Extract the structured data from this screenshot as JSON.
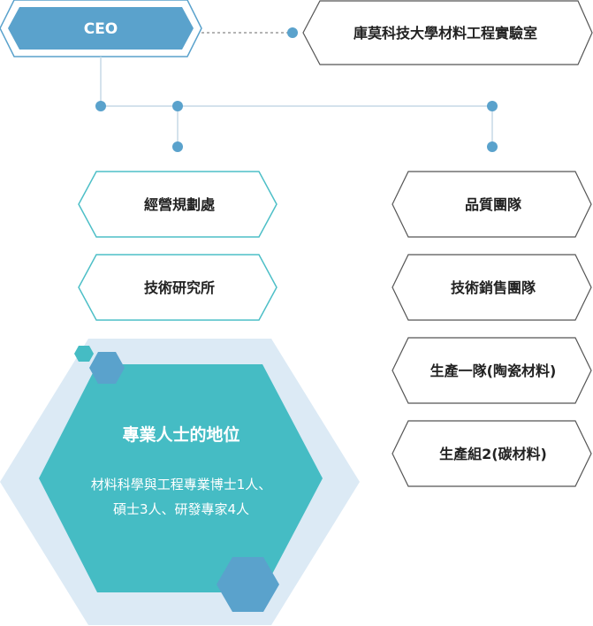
{
  "ceo": {
    "label": "CEO"
  },
  "lab": {
    "label": "庫莫科技大學材料工程實驗室"
  },
  "left_units": [
    {
      "label": "經營規劃處"
    },
    {
      "label": "技術研究所"
    }
  ],
  "right_units": [
    {
      "label": "品質團隊"
    },
    {
      "label": "技術銷售團隊"
    },
    {
      "label": "生產一隊(陶瓷材料)"
    },
    {
      "label": "生產組2(碳材料)"
    }
  ],
  "highlight": {
    "title": "專業人士的地位",
    "line1": "材料科學與工程專業博士1人、",
    "line2": "碩士3人、研發專家4人"
  },
  "colors": {
    "ceo_fill": "#5aa2cc",
    "connector": "#5aa2cc",
    "left_border": "#4dbfc7",
    "right_border": "#555555",
    "hex_main": "#45bcc4",
    "hex_bg": "#dceaf5"
  }
}
